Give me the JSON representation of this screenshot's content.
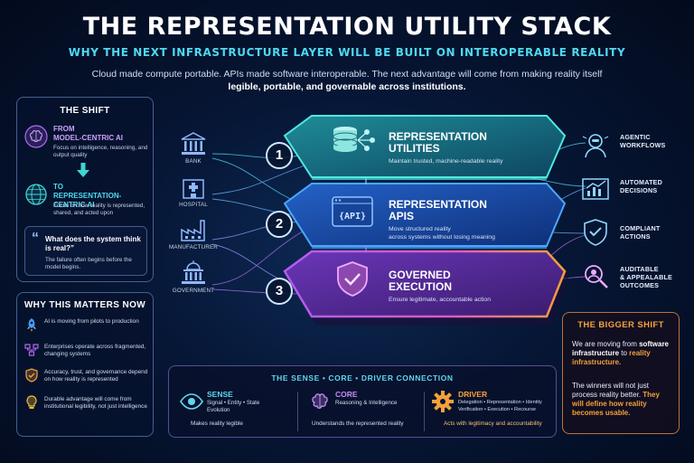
{
  "header": {
    "title": "THE REPRESENTATION UTILITY STACK",
    "subtitle": "WHY THE NEXT INFRASTRUCTURE LAYER WILL BE BUILT ON INTEROPERABLE REALITY",
    "intro_line1": "Cloud made compute portable.  APIs made software interoperable. The next advantage will come from making reality itself",
    "intro_line2": "legible, portable, and governable across institutions."
  },
  "shift_panel": {
    "heading": "THE SHIFT",
    "from_label": "FROM",
    "from_title": "MODEL-CENTRIC AI",
    "from_desc": "Focus on intelligence, reasoning, and output quality",
    "to_label": "TO",
    "to_title": "REPRESENTATION-CENTRIC AI",
    "to_desc": "Focus on how reality is represented, shared, and acted upon",
    "quote_mark": "“",
    "quote": "What does the system think is real?”",
    "quote_sub": "The failure often begins before the model begins."
  },
  "why_panel": {
    "heading": "WHY THIS MATTERS NOW",
    "items": [
      {
        "icon": "rocket-icon",
        "text": "AI is moving from pilots to production"
      },
      {
        "icon": "network-icon",
        "text": "Enterprises operate across fragmented, changing systems"
      },
      {
        "icon": "shield-check-icon",
        "text": "Accuracy, trust, and governance depend on how reality is represented"
      },
      {
        "icon": "lightbulb-icon",
        "text": "Durable advantage will come from institutional legibility, not just intelligence"
      }
    ]
  },
  "institutions": [
    {
      "icon": "bank-icon",
      "label": "BANK"
    },
    {
      "icon": "hospital-icon",
      "label": "HOSPITAL"
    },
    {
      "icon": "factory-icon",
      "label": "MANUFACTURER"
    },
    {
      "icon": "government-icon",
      "label": "GOVERNMENT"
    }
  ],
  "layers": [
    {
      "number": "1",
      "title": "REPRESENTATION",
      "title2": "UTILITIES",
      "desc": "Maintain trusted, machine-readable reality",
      "desc2": "",
      "icon": "database-icon",
      "color": "#3fd6d0"
    },
    {
      "number": "2",
      "title": "REPRESENTATION",
      "title2": "APIS",
      "desc": "Move structured reality",
      "desc2": "across systems without losing meaning",
      "icon": "api-icon",
      "color": "#3d8cf0",
      "api_text": "{API}"
    },
    {
      "number": "3",
      "title": "GOVERNED",
      "title2": "EXECUTION",
      "desc": "Ensure legitimate, accountable action",
      "desc2": "",
      "icon": "shield-check-icon",
      "color": "#b25cf0"
    }
  ],
  "outcomes": [
    {
      "icon": "agent-icon",
      "label": "AGENTIC",
      "label2": "WORKFLOWS"
    },
    {
      "icon": "chart-icon",
      "label": "AUTOMATED",
      "label2": "DECISIONS"
    },
    {
      "icon": "shield-check-icon",
      "label": "COMPLIANT",
      "label2": "ACTIONS"
    },
    {
      "icon": "audit-icon",
      "label": "AUDITABLE",
      "label2": "& APPEALABLE",
      "label3": "OUTCOMES"
    }
  ],
  "bigger_shift": {
    "heading": "THE BIGGER SHIFT",
    "p1_a": "We are moving from",
    "p1_b": "software infrastructure",
    "p1_c": " to",
    "p1_d": "reality infrastructure.",
    "p2_a": "The winners will not just process reality better.",
    "p2_b": "They will define how reality becomes usable."
  },
  "connection": {
    "heading": "THE SENSE • CORE • DRIVER CONNECTION",
    "columns": [
      {
        "icon": "eye-icon",
        "title": "SENSE",
        "sub": "Signal • Entity • State",
        "sub2": "Evolution",
        "desc": "Makes reality legible",
        "color": "#5fd6ee"
      },
      {
        "icon": "brain-icon",
        "title": "CORE",
        "sub": "Reasoning & Intelligence",
        "sub2": "",
        "desc": "Understands the represented reality",
        "color": "#c48cf5"
      },
      {
        "icon": "gear-icon",
        "title": "DRIVER",
        "sub": "Delegation • Representation • Identity",
        "sub2": "Verification • Execution • Recourse",
        "desc": "Acts with legitimacy and accountability",
        "color": "#f5a03a"
      }
    ]
  },
  "colors": {
    "cyan": "#4fd8f0",
    "orange": "#f5a03a",
    "purple": "#b25cf0",
    "blue": "#3d8cf0"
  }
}
